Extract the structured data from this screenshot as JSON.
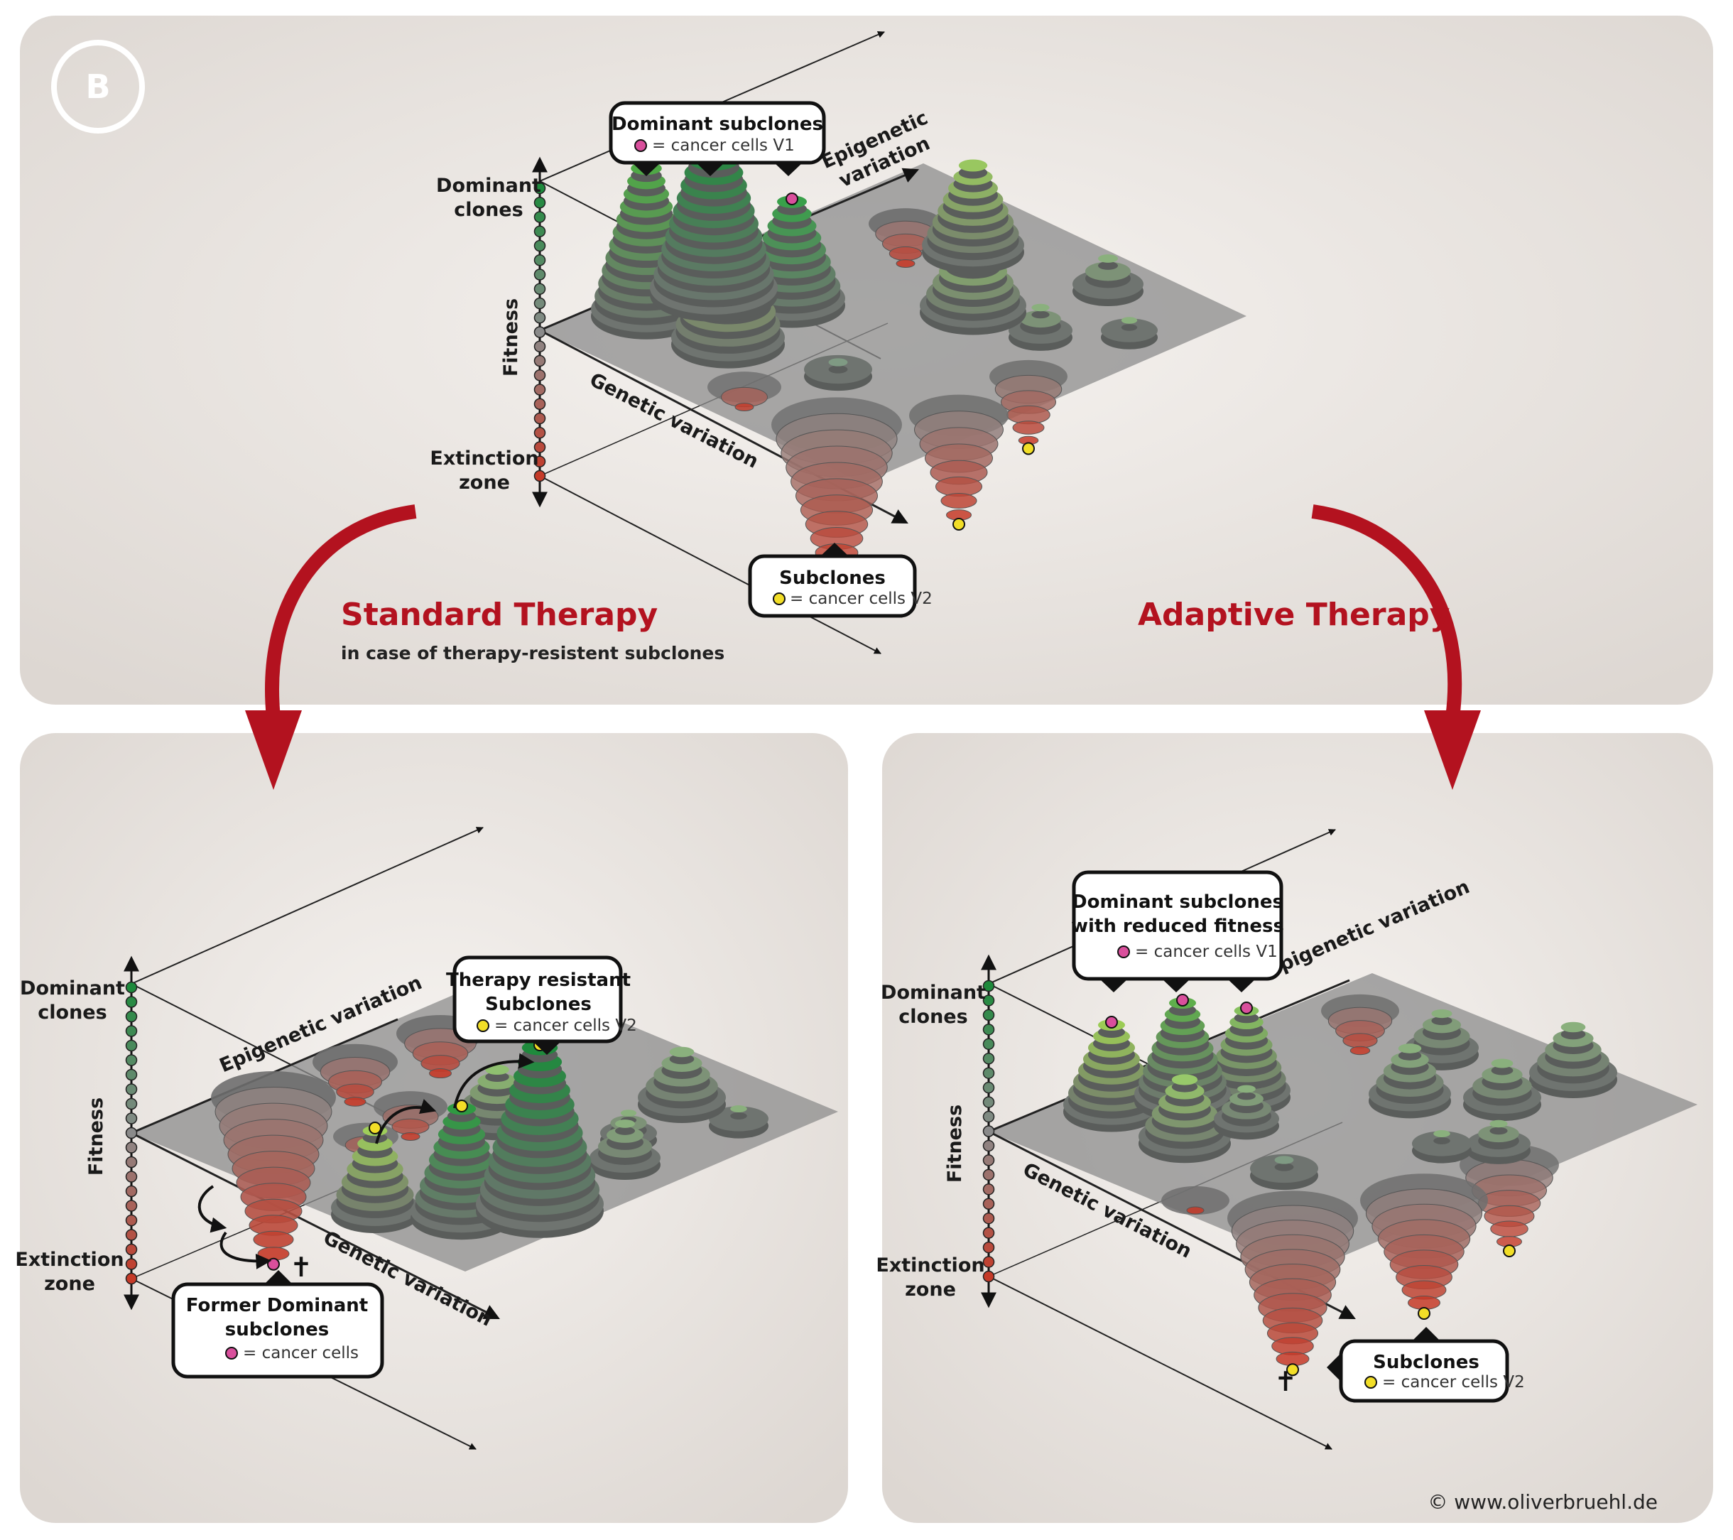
{
  "panel_letter": "B",
  "axis_labels": {
    "epigenetic_top_line1": "Epigenetic",
    "epigenetic_top_line2": "variation",
    "genetic_top": "Genetic variation",
    "epigenetic": "Epigenetic variation",
    "genetic": "Genetic variation",
    "fitness": "Fitness",
    "dominant_line1": "Dominant",
    "dominant_line2": "clones",
    "extinction_line1": "Extinction",
    "extinction_line2": "zone"
  },
  "callouts": {
    "top_dominant": {
      "title": "Dominant subclones",
      "legend": "= cancer cells V1"
    },
    "top_subclones": {
      "title": "Subclones",
      "legend": "= cancer cells V2"
    },
    "left_resistant": {
      "title_line1": "Therapy resistant",
      "title_line2": "Subclones",
      "legend": "= cancer cells V2"
    },
    "left_former": {
      "title_line1": "Former Dominant",
      "title_line2": "subclones",
      "legend": "= cancer cells"
    },
    "right_dominant": {
      "title_line1": "Dominant subclones",
      "title_line2": "with reduced fitness",
      "legend": "= cancer cells V1"
    },
    "right_subclones": {
      "title": "Subclones",
      "legend": "= cancer cells V2"
    }
  },
  "therapies": {
    "standard": {
      "title": "Standard Therapy",
      "subtitle": "in case of therapy-resistent subclones"
    },
    "adaptive": {
      "title": "Adaptive Therapy"
    }
  },
  "death_symbol": "✝",
  "copyright": "© www.oliverbruehl.de",
  "colors": {
    "panel_bg": "#e2ddd8",
    "plane": "#8c8c8c",
    "arrow_red": "#b3121f",
    "marker_v1": "#d94f9c",
    "marker_v2": "#f2de27",
    "peak_dark": "#1e8a3c",
    "peak_light": "#9ccc55",
    "pit_red": "#c53a28"
  }
}
